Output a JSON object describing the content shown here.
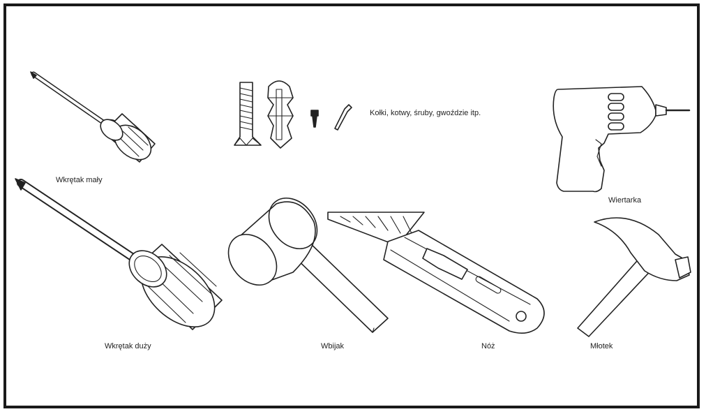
{
  "labels": {
    "small_screwdriver": "Wkrętak mały",
    "large_screwdriver": "Wkrętak duży",
    "fasteners": "Kołki, kotwy, śruby, gwoździe itp.",
    "drill": "Wiertarka",
    "mallet": "Wbijak",
    "knife": "Nóż",
    "hammer": "Młotek"
  },
  "icons": [
    "screwdriver-small-icon",
    "screwdriver-large-icon",
    "anchor-bolt-icon",
    "wall-plug-icon",
    "screw-icon",
    "nail-icon",
    "drill-icon",
    "mallet-icon",
    "utility-knife-icon",
    "hammer-icon"
  ]
}
